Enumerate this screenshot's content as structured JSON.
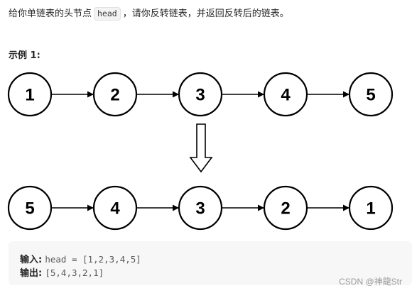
{
  "problem": {
    "text_before": "给你单链表的头节点",
    "code": "head",
    "text_after": "，请你反转链表，并返回反转后的链表。"
  },
  "example": {
    "title": "示例 1:",
    "input_list": [
      "1",
      "2",
      "3",
      "4",
      "5"
    ],
    "output_list": [
      "5",
      "4",
      "3",
      "2",
      "1"
    ],
    "input_label": "输入:",
    "input_value": "head = [1,2,3,4,5]",
    "output_label": "输出:",
    "output_value": "[5,4,3,2,1]"
  },
  "watermark": "CSDN @神龍Str"
}
